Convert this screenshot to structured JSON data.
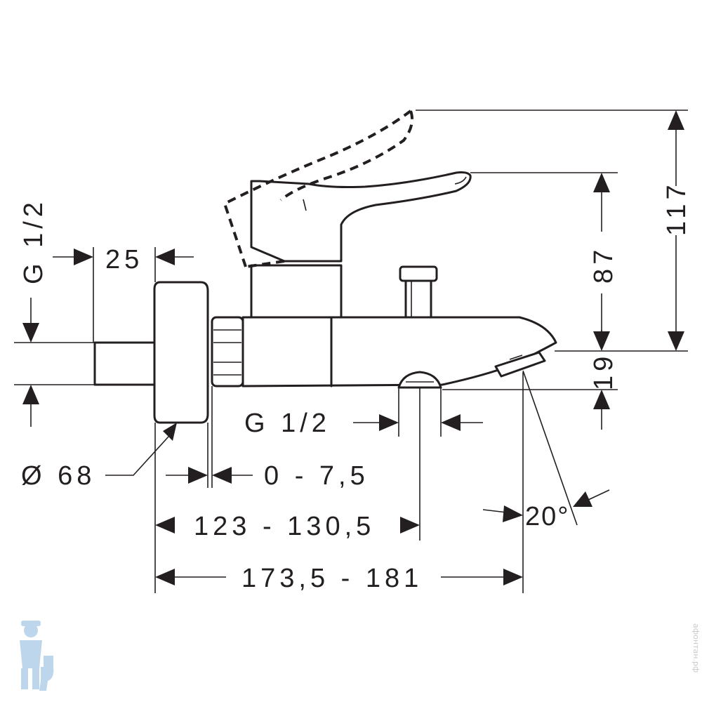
{
  "dimensions": {
    "thread_left": "G 1/2",
    "thread_bottom": "G 1/2",
    "depth_25": "25",
    "diameter": "Ø 68",
    "adjust_range": "0 - 7,5",
    "length_mid": "123 - 130,5",
    "length_total": "173,5 - 181",
    "height_117": "117",
    "height_87": "87",
    "height_19": "19",
    "angle": "20°"
  },
  "watermark": {
    "site": "афонтан.рф"
  },
  "colors": {
    "line": "#231f20",
    "background": "#ffffff",
    "mascot": "#a9c9e6"
  }
}
